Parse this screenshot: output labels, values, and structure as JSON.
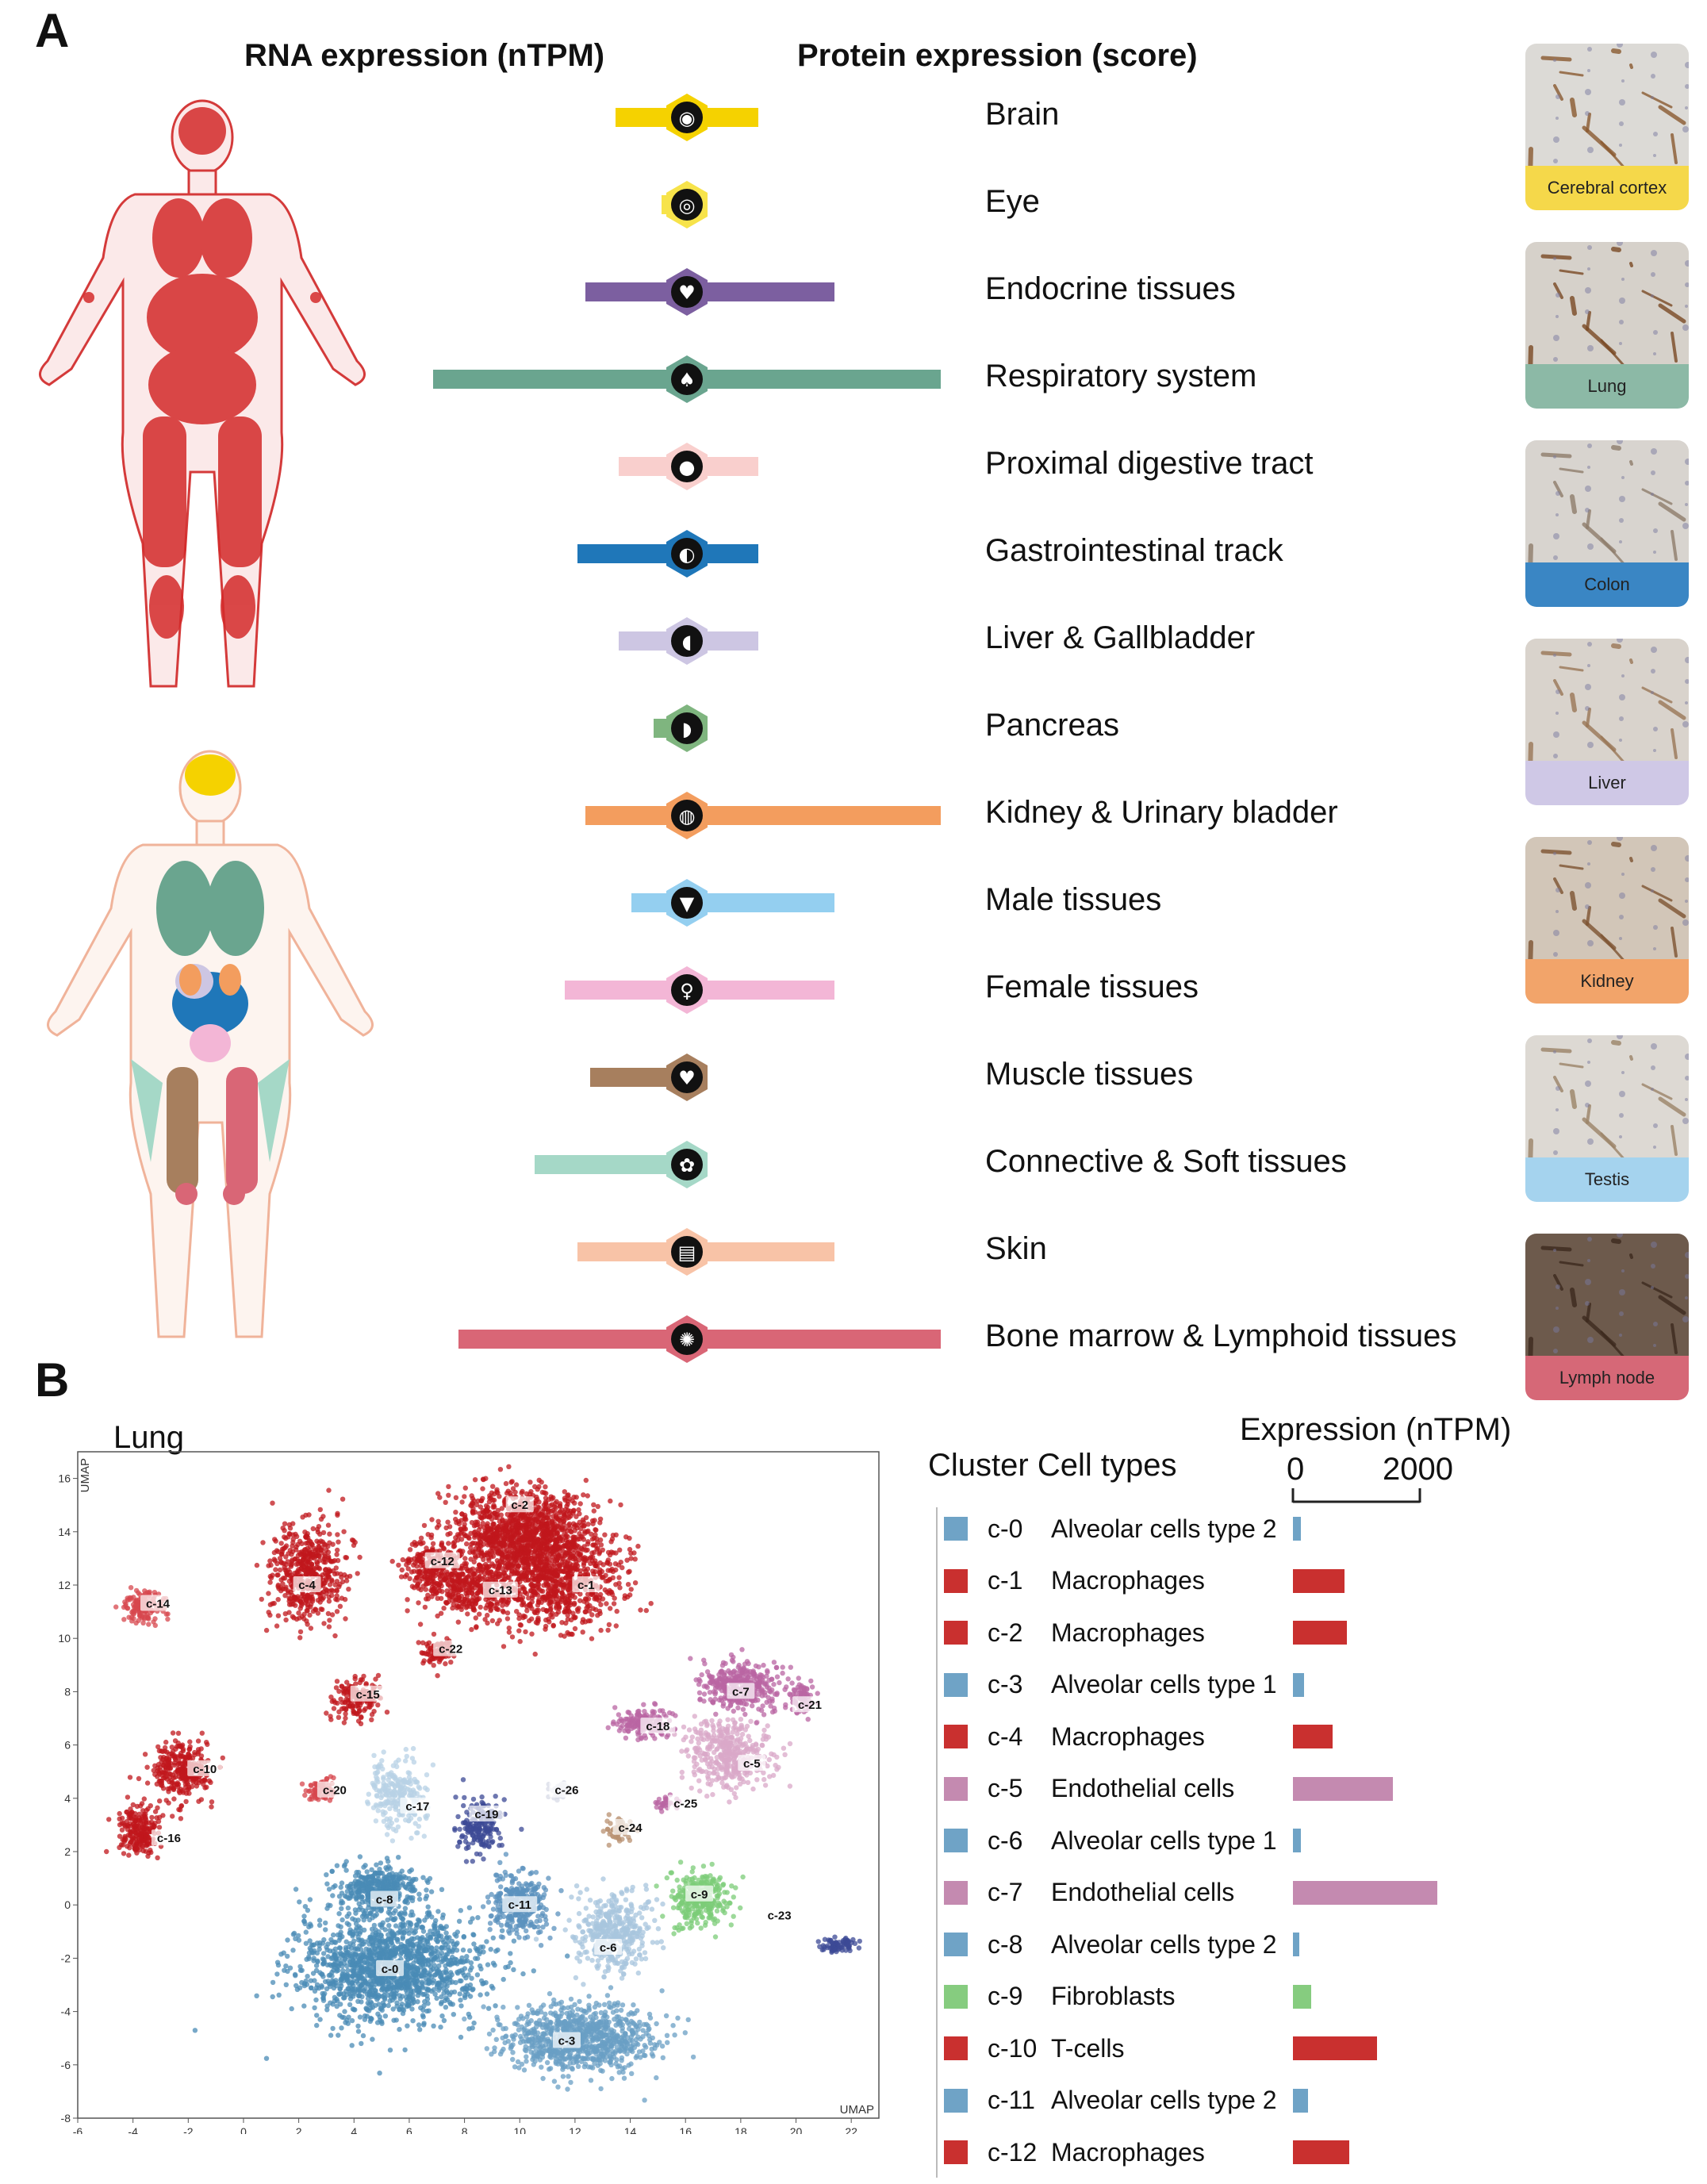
{
  "panelA": {
    "letter": "A",
    "rna_header": "RNA expression (nTPM)",
    "protein_header": "Protein expression (score)",
    "tissues": [
      {
        "label": "Brain",
        "color": "#f5d200",
        "rna": 0.28,
        "protein": 0.28,
        "icon": "brain-icon"
      },
      {
        "label": "Eye",
        "color": "#f7e34a",
        "rna": 0.1,
        "protein": 0.05,
        "icon": "eye-icon"
      },
      {
        "label": "Endocrine tissues",
        "color": "#7c5fa0",
        "rna": 0.4,
        "protein": 0.58,
        "icon": "thyroid-icon"
      },
      {
        "label": "Respiratory system",
        "color": "#6aa58f",
        "rna": 1.0,
        "protein": 1.0,
        "icon": "lungs-icon"
      },
      {
        "label": "Proximal digestive tract",
        "color": "#f9cfcd",
        "rna": 0.27,
        "protein": 0.28,
        "icon": "mouth-icon"
      },
      {
        "label": "Gastrointestinal track",
        "color": "#1f77b9",
        "rna": 0.43,
        "protein": 0.28,
        "icon": "stomach-icon"
      },
      {
        "label": "Liver & Gallbladder",
        "color": "#cdc6e3",
        "rna": 0.27,
        "protein": 0.28,
        "icon": "liver-icon"
      },
      {
        "label": "Pancreas",
        "color": "#7fb57f",
        "rna": 0.13,
        "protein": 0.0,
        "icon": "pancreas-icon"
      },
      {
        "label": "Kidney & Urinary bladder",
        "color": "#f39d5e",
        "rna": 0.4,
        "protein": 1.0,
        "icon": "kidney-icon"
      },
      {
        "label": "Male tissues",
        "color": "#94cff0",
        "rna": 0.22,
        "protein": 0.58,
        "icon": "male-icon"
      },
      {
        "label": "Female tissues",
        "color": "#f3b6d6",
        "rna": 0.48,
        "protein": 0.58,
        "icon": "uterus-icon"
      },
      {
        "label": "Muscle tissues",
        "color": "#a77f5e",
        "rna": 0.38,
        "protein": 0.0,
        "icon": "heart-icon"
      },
      {
        "label": "Connective & Soft tissues",
        "color": "#a5d8c7",
        "rna": 0.6,
        "protein": 0.05,
        "icon": "cell-icon"
      },
      {
        "label": "Skin",
        "color": "#f8c3a7",
        "rna": 0.43,
        "protein": 0.58,
        "icon": "skin-icon"
      },
      {
        "label": "Bone marrow & Lymphoid tissues",
        "color": "#d96676",
        "rna": 0.9,
        "protein": 1.0,
        "icon": "lymph-icon"
      }
    ],
    "thumbnails": [
      {
        "caption": "Cerebral cortex",
        "color": "#f5d84a",
        "bg": "#dcdad6",
        "stain": "#8a5a30"
      },
      {
        "caption": "Lung",
        "color": "#8cb9a6",
        "bg": "#d6d1ca",
        "stain": "#7a4a25"
      },
      {
        "caption": "Colon",
        "color": "#3a86c4",
        "bg": "#d8d4cf",
        "stain": "#8f7d6c"
      },
      {
        "caption": "Liver",
        "color": "#cfc8e6",
        "bg": "#d9d3cc",
        "stain": "#9a7757"
      },
      {
        "caption": "Kidney",
        "color": "#f2a46a",
        "bg": "#d2c6b8",
        "stain": "#7e5432"
      },
      {
        "caption": "Testis",
        "color": "#a5d3ee",
        "bg": "#ddd9d3",
        "stain": "#9c8468"
      },
      {
        "caption": "Lymph node",
        "color": "#d66877",
        "bg": "#6d5a4c",
        "stain": "#3d2a1e"
      }
    ]
  },
  "panelB": {
    "letter": "B",
    "tissue": "Lung",
    "legend_header": "Cluster Cell types",
    "expression_header": "Expression (nTPM)",
    "scale_ticks": [
      "0",
      "2000"
    ]
  },
  "chart_data": [
    {
      "type": "scatter",
      "title": "Lung",
      "xlabel": "UMAP",
      "ylabel": "UMAP",
      "xlim": [
        -6,
        23
      ],
      "ylim": [
        -8,
        17
      ],
      "xticks": [
        -6,
        -4,
        -2,
        0,
        2,
        4,
        6,
        8,
        10,
        12,
        14,
        16,
        18,
        20,
        22
      ],
      "yticks": [
        -8,
        -6,
        -4,
        -2,
        0,
        2,
        4,
        6,
        8,
        10,
        12,
        14,
        16
      ],
      "clusters": [
        {
          "id": "c-0",
          "x": 5.3,
          "y": -2.3,
          "sx": 3.0,
          "sy": 1.8,
          "color": "#4a8bb5",
          "n": 1500
        },
        {
          "id": "c-1",
          "x": 11.2,
          "y": 12.3,
          "sx": 2.2,
          "sy": 1.8,
          "color": "#c0171c",
          "n": 900
        },
        {
          "id": "c-2",
          "x": 10.0,
          "y": 14.0,
          "sx": 2.2,
          "sy": 1.5,
          "color": "#c0171c",
          "n": 1000
        },
        {
          "id": "c-3",
          "x": 12.2,
          "y": -5.0,
          "sx": 2.4,
          "sy": 1.1,
          "color": "#6a9fc4",
          "n": 900
        },
        {
          "id": "c-4",
          "x": 2.3,
          "y": 12.5,
          "sx": 1.2,
          "sy": 1.7,
          "color": "#c0171c",
          "n": 500
        },
        {
          "id": "c-5",
          "x": 17.6,
          "y": 5.6,
          "sx": 1.3,
          "sy": 1.1,
          "color": "#d9a8c8",
          "n": 400
        },
        {
          "id": "c-6",
          "x": 13.4,
          "y": -1.0,
          "sx": 1.2,
          "sy": 1.3,
          "color": "#a8c6de",
          "n": 400
        },
        {
          "id": "c-7",
          "x": 18.0,
          "y": 8.2,
          "sx": 1.3,
          "sy": 0.8,
          "color": "#b966a3",
          "n": 350
        },
        {
          "id": "c-8",
          "x": 4.8,
          "y": 0.6,
          "sx": 1.3,
          "sy": 0.8,
          "color": "#4a8bb5",
          "n": 400
        },
        {
          "id": "c-9",
          "x": 16.5,
          "y": 0.3,
          "sx": 0.9,
          "sy": 0.9,
          "color": "#7ccc78",
          "n": 300
        },
        {
          "id": "c-10",
          "x": -2.3,
          "y": 5.0,
          "sx": 1.0,
          "sy": 1.0,
          "color": "#c0171c",
          "n": 300
        },
        {
          "id": "c-11",
          "x": 10.0,
          "y": 0.0,
          "sx": 0.9,
          "sy": 1.1,
          "color": "#5b92bd",
          "n": 300
        },
        {
          "id": "c-12",
          "x": 6.8,
          "y": 12.5,
          "sx": 1.0,
          "sy": 1.1,
          "color": "#c0171c",
          "n": 250
        },
        {
          "id": "c-13",
          "x": 8.2,
          "y": 11.8,
          "sx": 1.0,
          "sy": 1.0,
          "color": "#c0171c",
          "n": 250
        },
        {
          "id": "c-14",
          "x": -3.6,
          "y": 11.2,
          "sx": 0.6,
          "sy": 0.5,
          "color": "#d7474d",
          "n": 150
        },
        {
          "id": "c-15",
          "x": 4.1,
          "y": 7.7,
          "sx": 0.8,
          "sy": 0.7,
          "color": "#c0171c",
          "n": 150
        },
        {
          "id": "c-16",
          "x": -3.8,
          "y": 2.8,
          "sx": 0.7,
          "sy": 0.9,
          "color": "#c0171c",
          "n": 220
        },
        {
          "id": "c-17",
          "x": 5.6,
          "y": 4.2,
          "sx": 0.9,
          "sy": 1.3,
          "color": "#b8d2e6",
          "n": 250
        },
        {
          "id": "c-18",
          "x": 14.5,
          "y": 6.8,
          "sx": 0.9,
          "sy": 0.5,
          "color": "#b966a3",
          "n": 160
        },
        {
          "id": "c-19",
          "x": 8.6,
          "y": 3.0,
          "sx": 0.7,
          "sy": 1.0,
          "color": "#3c4a95",
          "n": 180
        },
        {
          "id": "c-20",
          "x": 2.8,
          "y": 4.3,
          "sx": 0.5,
          "sy": 0.4,
          "color": "#d7474d",
          "n": 80
        },
        {
          "id": "c-21",
          "x": 20.2,
          "y": 7.8,
          "sx": 0.5,
          "sy": 0.6,
          "color": "#b966a3",
          "n": 80
        },
        {
          "id": "c-22",
          "x": 7.0,
          "y": 9.5,
          "sx": 0.5,
          "sy": 0.5,
          "color": "#c0171c",
          "n": 80
        },
        {
          "id": "c-23",
          "x": 21.5,
          "y": -1.5,
          "sx": 0.6,
          "sy": 0.25,
          "color": "#3c4a95",
          "n": 80
        },
        {
          "id": "c-24",
          "x": 13.6,
          "y": 2.8,
          "sx": 0.5,
          "sy": 0.4,
          "color": "#b89070",
          "n": 60
        },
        {
          "id": "c-25",
          "x": 15.3,
          "y": 3.8,
          "sx": 0.3,
          "sy": 0.25,
          "color": "#b966a3",
          "n": 30
        },
        {
          "id": "c-26",
          "x": 11.4,
          "y": 4.3,
          "sx": 0.4,
          "sy": 0.3,
          "color": "#d8dbe7",
          "n": 30
        }
      ],
      "labels": [
        {
          "id": "c-0",
          "x": 5.3,
          "y": -2.4
        },
        {
          "id": "c-1",
          "x": 12.4,
          "y": 12.0
        },
        {
          "id": "c-2",
          "x": 10.0,
          "y": 15.0
        },
        {
          "id": "c-3",
          "x": 11.7,
          "y": -5.1
        },
        {
          "id": "c-4",
          "x": 2.3,
          "y": 12.0
        },
        {
          "id": "c-5",
          "x": 18.4,
          "y": 5.3
        },
        {
          "id": "c-6",
          "x": 13.2,
          "y": -1.6
        },
        {
          "id": "c-7",
          "x": 18.0,
          "y": 8.0
        },
        {
          "id": "c-8",
          "x": 5.1,
          "y": 0.2
        },
        {
          "id": "c-9",
          "x": 16.5,
          "y": 0.4
        },
        {
          "id": "c-10",
          "x": -1.4,
          "y": 5.1
        },
        {
          "id": "c-11",
          "x": 10.0,
          "y": 0.0
        },
        {
          "id": "c-12",
          "x": 7.2,
          "y": 12.9
        },
        {
          "id": "c-13",
          "x": 9.3,
          "y": 11.8
        },
        {
          "id": "c-14",
          "x": -3.1,
          "y": 11.3
        },
        {
          "id": "c-15",
          "x": 4.5,
          "y": 7.9
        },
        {
          "id": "c-16",
          "x": -2.7,
          "y": 2.5
        },
        {
          "id": "c-17",
          "x": 6.3,
          "y": 3.7
        },
        {
          "id": "c-18",
          "x": 15.0,
          "y": 6.7
        },
        {
          "id": "c-19",
          "x": 8.8,
          "y": 3.4
        },
        {
          "id": "c-20",
          "x": 3.3,
          "y": 4.3
        },
        {
          "id": "c-21",
          "x": 20.5,
          "y": 7.5
        },
        {
          "id": "c-22",
          "x": 7.5,
          "y": 9.6
        },
        {
          "id": "c-23",
          "x": 19.4,
          "y": -0.4
        },
        {
          "id": "c-24",
          "x": 14.0,
          "y": 2.9
        },
        {
          "id": "c-25",
          "x": 16.0,
          "y": 3.8
        },
        {
          "id": "c-26",
          "x": 11.7,
          "y": 4.3
        }
      ]
    },
    {
      "type": "bar",
      "title": "Expression (nTPM)",
      "xlim": [
        0,
        2000
      ],
      "categories": [
        "c-0",
        "c-1",
        "c-2",
        "c-3",
        "c-4",
        "c-5",
        "c-6",
        "c-7",
        "c-8",
        "c-9",
        "c-10",
        "c-11",
        "c-12"
      ],
      "cell_types": [
        "Alveolar cells type 2",
        "Macrophages",
        "Macrophages",
        "Alveolar cells type 1",
        "Macrophages",
        "Endothelial cells",
        "Alveolar cells type 1",
        "Endothelial cells",
        "Alveolar cells type 2",
        "Fibroblasts",
        "T-cells",
        "Alveolar cells type 2",
        "Macrophages"
      ],
      "colors": [
        "#6fa3c6",
        "#c9302f",
        "#c9302f",
        "#6fa3c6",
        "#c9302f",
        "#c48ab0",
        "#6fa3c6",
        "#c48ab0",
        "#6fa3c6",
        "#86cc7f",
        "#c9302f",
        "#6fa3c6",
        "#c9302f"
      ],
      "values": [
        130,
        810,
        850,
        170,
        630,
        1580,
        130,
        2280,
        100,
        290,
        1320,
        240,
        890
      ]
    }
  ]
}
